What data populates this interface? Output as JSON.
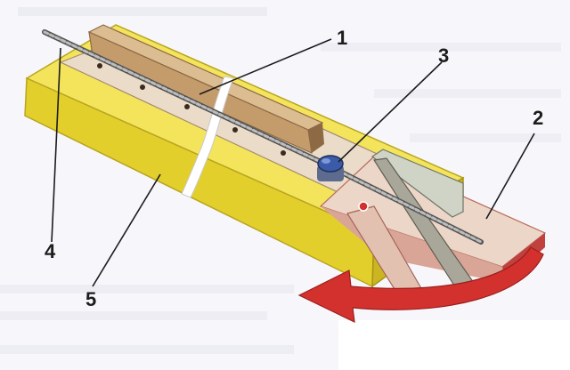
{
  "callouts": [
    {
      "id": "1",
      "label": "1"
    },
    {
      "id": "2",
      "label": "2"
    },
    {
      "id": "3",
      "label": "3"
    },
    {
      "id": "4",
      "label": "4"
    },
    {
      "id": "5",
      "label": "5"
    }
  ],
  "colors": {
    "base_block_top": "#f2e35a",
    "base_block_front": "#e2cf2b",
    "base_block_side": "#cdb820",
    "fence_wood": "#c49c6c",
    "fence_shadow": "#8e6a44",
    "plate": "#e9dccb",
    "chain": "#6d6d6d",
    "swivel_arm": "#e7cfc0",
    "arm_edge": "#b13a3a",
    "arrow_red": "#d3312e",
    "knob_blue": "#3b5aa8",
    "background_tint": "#f6f6fa"
  }
}
